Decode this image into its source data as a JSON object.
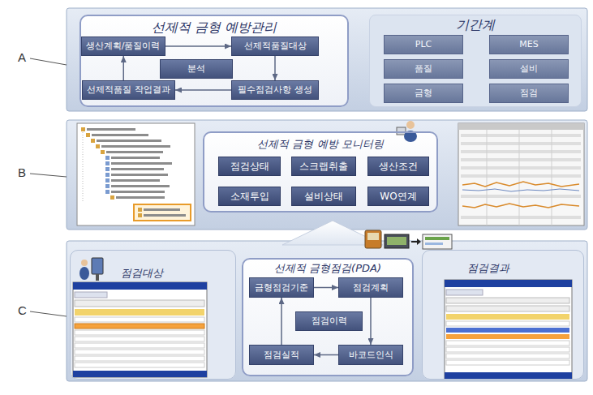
{
  "diagram": {
    "nodes": [
      {
        "text": [
          "선제적 금형 예방관리"
        ]
      },
      {
        "text": [
          "생산계획/품질이력"
        ],
        "in": 0
      },
      {
        "text": [
          "선제적품질대상"
        ],
        "in": 0
      },
      {
        "text": [
          "분석"
        ],
        "in": 0
      },
      {
        "text": [
          "선제적품질 작업결과"
        ],
        "in": 0
      },
      {
        "text": [
          "필수점검사항 생성"
        ],
        "in": 0
      },
      {
        "text": [
          "기간계"
        ]
      },
      {
        "text": [
          "PLC"
        ],
        "in": 6
      },
      {
        "text": [
          "MES"
        ],
        "in": 6
      },
      {
        "text": [
          "품질"
        ],
        "in": 6
      },
      {
        "text": [
          "설비"
        ],
        "in": 6
      },
      {
        "text": [
          "금형"
        ],
        "in": 6
      },
      {
        "text": [
          "점검"
        ],
        "in": 6
      },
      {
        "text": [
          "선제적 금형 예방 모니터링"
        ]
      },
      {
        "text": [
          "점검상태"
        ],
        "in": 13
      },
      {
        "text": [
          "스크랩취출"
        ],
        "in": 13
      },
      {
        "text": [
          "생산조건"
        ],
        "in": 13
      },
      {
        "text": [
          "소재투입"
        ],
        "in": 13
      },
      {
        "text": [
          "설비상태"
        ],
        "in": 13
      },
      {
        "text": [
          "WO연계"
        ],
        "in": 13
      },
      {
        "text": [
          "점검대상"
        ]
      },
      {
        "text": [
          "선제적 금형점검(PDA)"
        ]
      },
      {
        "text": [
          "금형점검기준"
        ],
        "in": 21
      },
      {
        "text": [
          "점검계획"
        ],
        "in": 21
      },
      {
        "text": [
          "점검이력"
        ],
        "in": 21
      },
      {
        "text": [
          "바코드인식"
        ],
        "in": 21
      },
      {
        "text": [
          "점검실적"
        ],
        "in": 21
      },
      {
        "text": [
          "점검결과"
        ]
      }
    ],
    "edges": [
      {
        "from": 1,
        "to": 2,
        "arrow": "to"
      },
      {
        "from": 2,
        "to": 5,
        "arrow": "to"
      },
      {
        "from": 5,
        "to": 4,
        "arrow": "to"
      },
      {
        "from": 4,
        "to": 1,
        "arrow": "to"
      },
      {
        "from": 22,
        "to": 23,
        "arrow": "to"
      },
      {
        "from": 23,
        "to": 25,
        "arrow": "to"
      },
      {
        "from": 25,
        "to": 26,
        "arrow": "to"
      },
      {
        "from": 26,
        "to": 22,
        "arrow": "to"
      }
    ],
    "labels": [
      "A",
      "B",
      "C"
    ]
  }
}
